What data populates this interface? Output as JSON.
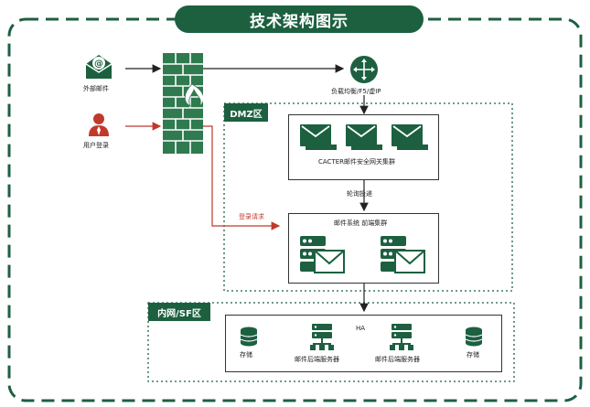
{
  "title": "技术架构图示",
  "nodes": {
    "external_mail": "外部邮件",
    "user_login": "用户登录",
    "load_balancer": "负载均衡/F5/虚IP",
    "dmz_zone": "DMZ区",
    "cacter_cluster": "CACTER邮件安全网关集群",
    "polling_delivery": "轮询投递",
    "login_request": "登录请求",
    "frontend_cluster": "邮件系统 前端集群",
    "intranet_zone": "内网/SF区",
    "ha": "HA",
    "storage_left": "存储",
    "backend_left": "邮件后端服务器",
    "backend_right": "邮件后端服务器",
    "storage_right": "存储"
  },
  "colors": {
    "brand_green": "#1c6040",
    "arrow_red": "#c0392b",
    "firewall_green": "#2f7a4f"
  }
}
